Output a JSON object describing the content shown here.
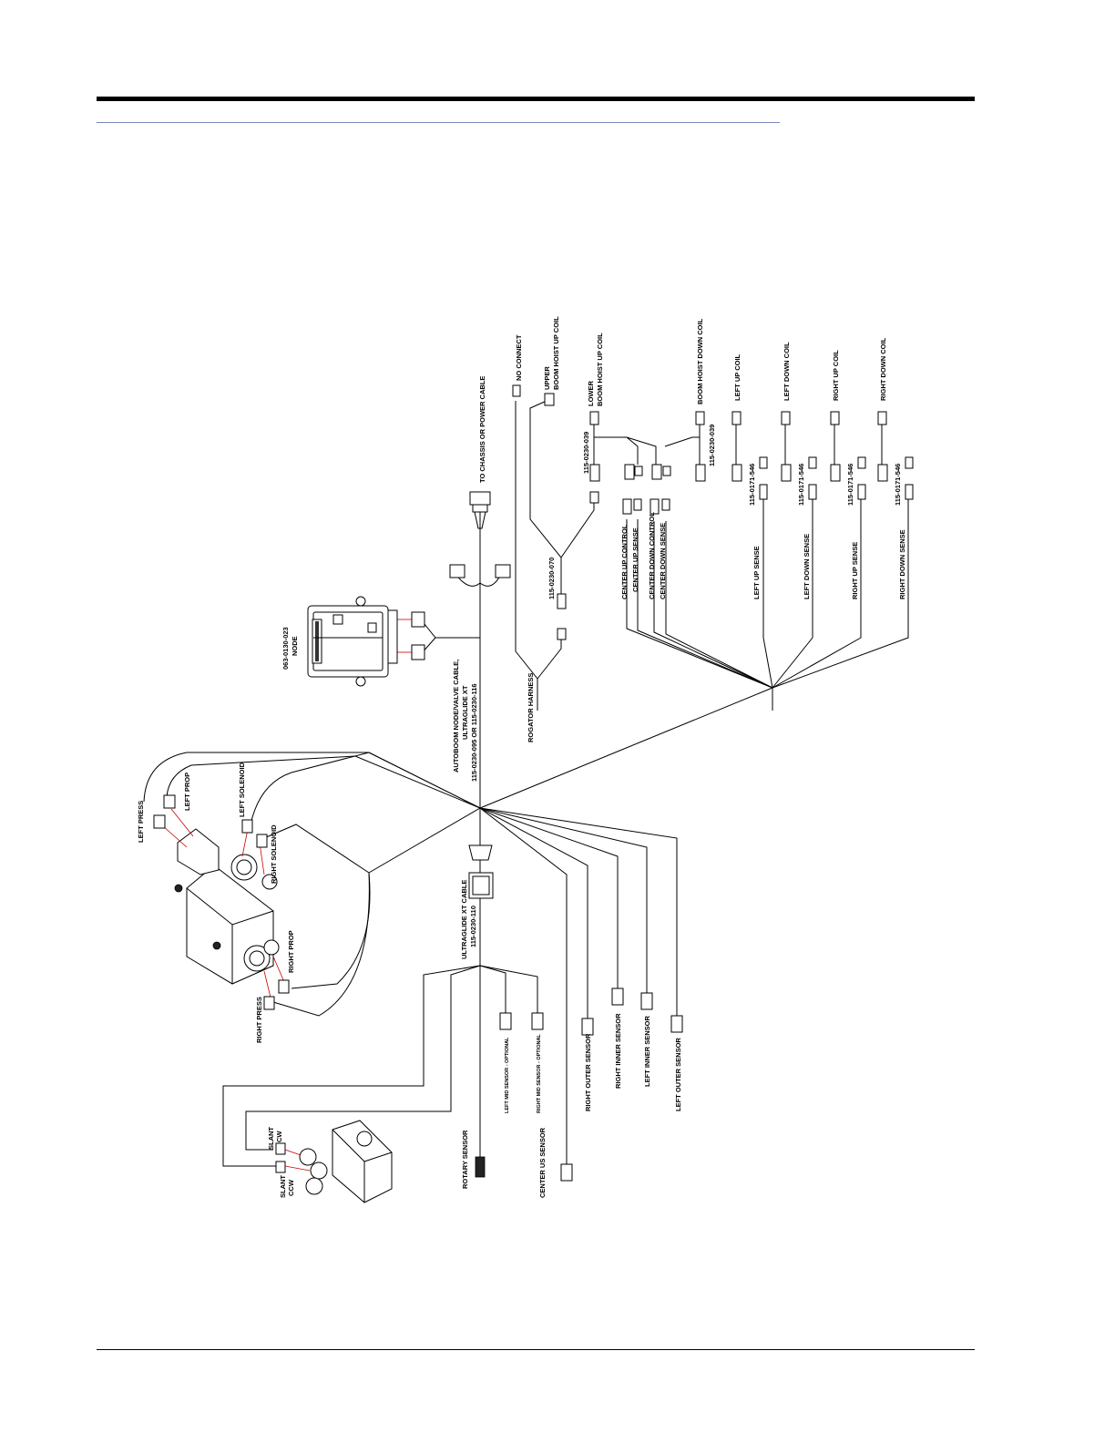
{
  "labels": {
    "no_connect": "NO CONNECT",
    "upper_boom_hoist_up_coil_1": "UPPER",
    "upper_boom_hoist_up_coil_2": "BOOM HOIST UP COIL",
    "lower_boom_hoist_up_coil_1": "LOWER",
    "lower_boom_hoist_up_coil_2": "BOOM HOIST UP COIL",
    "boom_hoist_down_coil": "BOOM HOIST DOWN COIL",
    "left_up_coil": "LEFT UP COIL",
    "left_down_coil": "LEFT DOWN COIL",
    "right_up_coil": "RIGHT UP COIL",
    "right_down_coil": "RIGHT DOWN COIL",
    "to_chassis": "TO CHASSIS OR POWER CABLE",
    "pn_039_a": "115-0230-039",
    "pn_039_b": "115-0230-039",
    "pn_546_a": "115-0171-546",
    "pn_546_b": "115-0171-546",
    "pn_546_c": "115-0171-546",
    "pn_546_d": "115-0171-546",
    "pn_070": "115-0230-070",
    "center_up_control": "CENTER UP CONTROL",
    "center_up_sense": "CENTER UP SENSE",
    "center_down_control": "CENTER DOWN CONTROL",
    "center_down_sense": "CENTER DOWN SENSE",
    "left_up_sense": "LEFT UP SENSE",
    "left_down_sense": "LEFT DOWN SENSE",
    "right_up_sense": "RIGHT UP SENSE",
    "right_down_sense": "RIGHT DOWN SENSE",
    "node_pn": "063-0130-023",
    "node": "NODE",
    "rogator_harness": "ROGATOR HARNESS",
    "autoboom_1": "AUTOBOOM NODE/VALVE CABLE,",
    "autoboom_2": "ULTRAGLIDE XT",
    "autoboom_3": "115-0230-095 OR 115-0230-116",
    "left_press": "LEFT PRESS",
    "left_prop": "LEFT PROP",
    "left_solenoid": "LEFT SOLENOID",
    "right_solenoid": "RIGHT SOLENOID",
    "right_prop": "RIGHT PROP",
    "right_press": "RIGHT PRESS",
    "ultraglide_1": "ULTRAGLIDE XT CABLE",
    "ultraglide_2": "115-0230-110",
    "left_mid_sensor": "LEFT MID SENSOR - OPTIONAL",
    "right_mid_sensor": "RIGHT MID SENSOR - OPTIONAL",
    "right_outer_sensor": "RIGHT OUTER SENSOR",
    "right_inner_sensor": "RIGHT INNER SENSOR",
    "left_inner_sensor": "LEFT INNER SENSOR",
    "left_outer_sensor": "LEFT OUTER SENSOR",
    "slant_cw_1": "SLANT",
    "slant_cw_2": "CW",
    "slant_ccw_1": "SLANT",
    "slant_ccw_2": "CCW",
    "rotary_sensor": "ROTARY SENSOR",
    "center_us_sensor": "CENTER US SENSOR"
  }
}
